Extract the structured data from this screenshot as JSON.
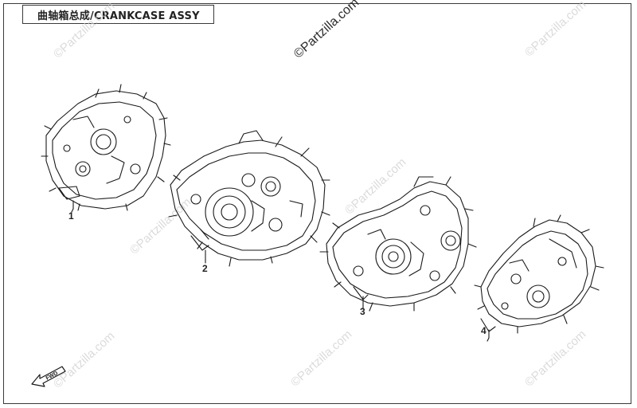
{
  "title": "曲轴箱总成/CRANKCASE ASSY",
  "watermarks": [
    "©Partzilla.com",
    "©Partzilla.com",
    "©Partzilla.com",
    "©Partzilla.com",
    "©Partzilla.com",
    "©Partzilla.com",
    "©Partzilla.com",
    "©Partzilla.com"
  ],
  "callouts": [
    "1",
    "2",
    "3",
    "4"
  ],
  "fwd_label": "FWD"
}
